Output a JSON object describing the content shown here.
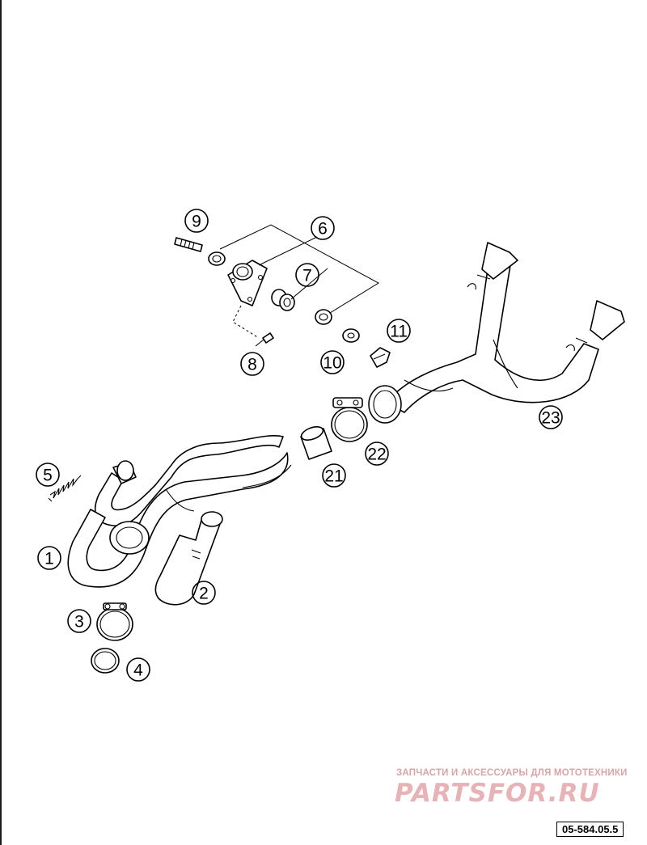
{
  "callouts": [
    {
      "id": "1",
      "label": "1"
    },
    {
      "id": "2",
      "label": "2"
    },
    {
      "id": "3",
      "label": "3"
    },
    {
      "id": "4",
      "label": "4"
    },
    {
      "id": "5",
      "label": "5"
    },
    {
      "id": "6",
      "label": "6"
    },
    {
      "id": "7",
      "label": "7"
    },
    {
      "id": "8",
      "label": "8"
    },
    {
      "id": "9",
      "label": "9"
    },
    {
      "id": "10",
      "label": "10"
    },
    {
      "id": "11",
      "label": "11"
    },
    {
      "id": "21",
      "label": "21"
    },
    {
      "id": "22",
      "label": "22"
    },
    {
      "id": "23",
      "label": "23"
    }
  ],
  "watermark": {
    "tagline": "ЗАПЧАСТИ И АКСЕССУАРЫ ДЛЯ МОТОТЕХНИКИ",
    "logo": "PARTSFOR.RU",
    "color": "#e7b3b6"
  },
  "diagram_code": "05-584.05.5"
}
